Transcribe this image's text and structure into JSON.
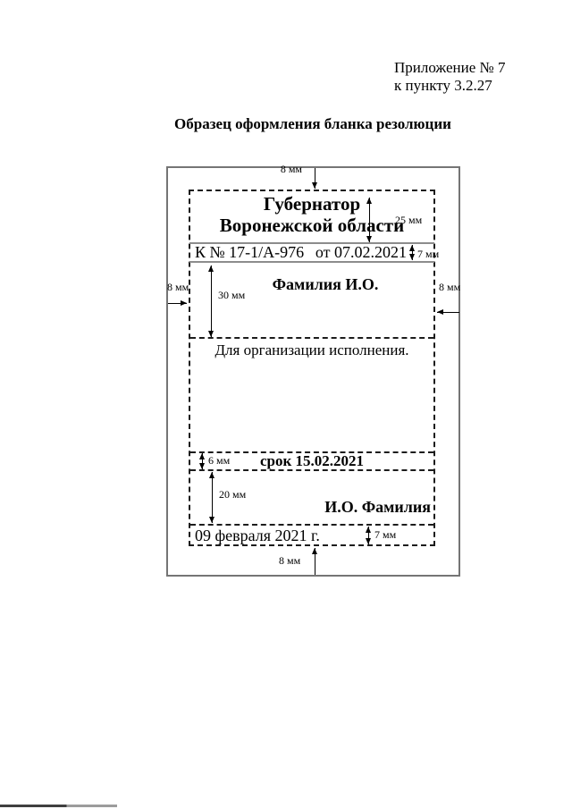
{
  "page": {
    "appendix_line1": "Приложение № 7",
    "appendix_line2": "к пункту 3.2.27",
    "title": "Образец оформления бланка резолюции"
  },
  "form": {
    "org_line1": "Губернатор",
    "org_line2": "Воронежской области",
    "ref_number": "К № 17-1/А-976",
    "ref_date": "от 07.02.2021",
    "signer_name": "Фамилия И.О.",
    "instruction": "Для организации исполнения.",
    "deadline": "срок 15.02.2021",
    "executor_name": "И.О. Фамилия",
    "resolution_date": "09 февраля 2021 г."
  },
  "dimensions": {
    "top_margin": "8 мм",
    "bottom_margin": "8 мм",
    "left_margin": "8 мм",
    "right_margin": "8 мм",
    "header_height": "25 мм",
    "ref_row_height": "7 мм",
    "signer_block_height": "30 мм",
    "deadline_row_height": "6 мм",
    "signature_block_height": "20 мм",
    "date_row_height": "7 мм"
  },
  "colors": {
    "outer_border": "#757575",
    "rule_gray": "#8c8c8c",
    "dash_black": "#1c1c1c",
    "text": "#000000",
    "background": "#ffffff"
  }
}
